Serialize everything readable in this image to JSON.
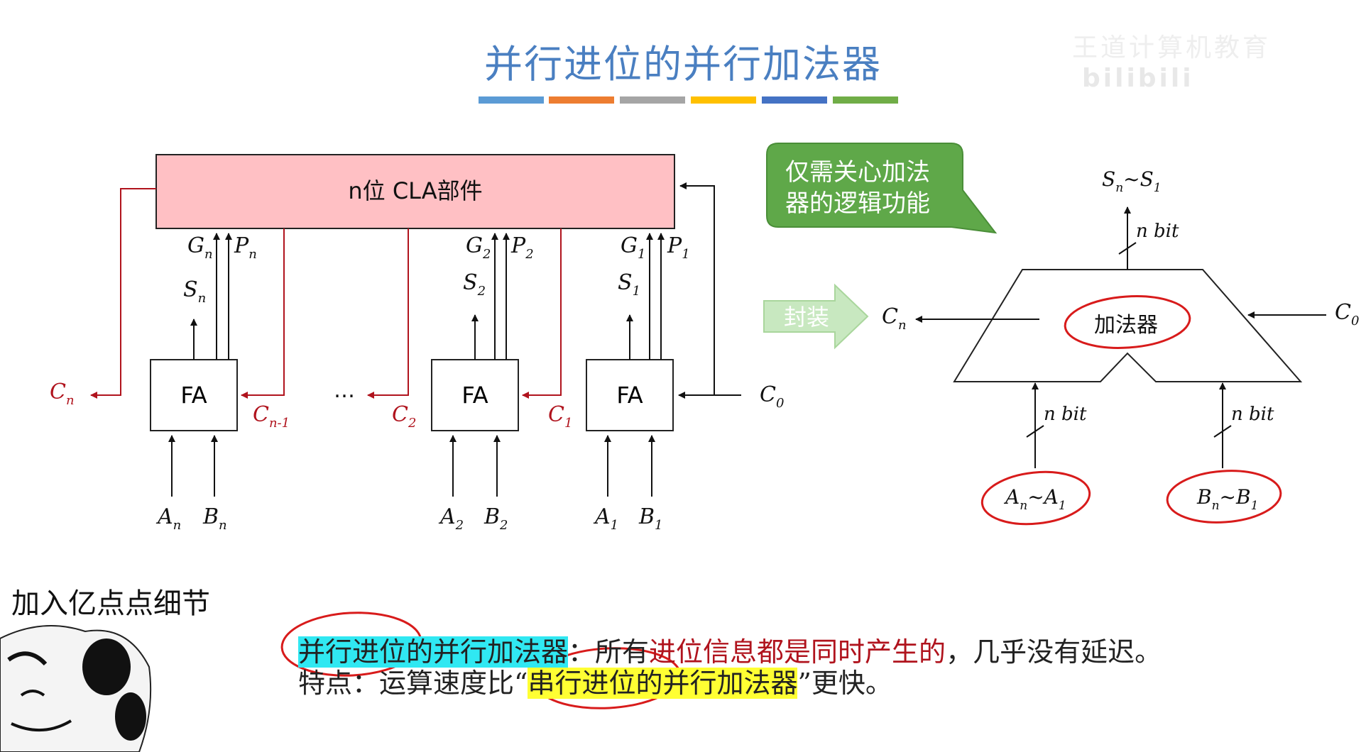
{
  "title": "并行进位的并行加法器",
  "watermark": {
    "text": "王道计算机教育",
    "logo": "bilibili"
  },
  "colors": {
    "bars": [
      "#5b9bd5",
      "#ed7d31",
      "#a5a5a5",
      "#ffc000",
      "#4472c4",
      "#70ad47"
    ],
    "cla_fill": "#ffc0c4",
    "carry_red": "#b0131d",
    "callout_green": "#5fa849",
    "highlight_cyan": "#30e8f2",
    "highlight_yellow": "#ffff33"
  },
  "left_diagram": {
    "cla_label": "n位 CLA部件",
    "fa_label": "FA",
    "dots": "…",
    "carries": {
      "cn": "C",
      "cn_sub": "n",
      "cn1": "C",
      "cn1_sub": "n-1",
      "c2": "C",
      "c2_sub": "2",
      "c1": "C",
      "c1_sub": "1",
      "c0": "C",
      "c0_sub": "0"
    },
    "g_labels": [
      {
        "g": "G",
        "g_sub": "n",
        "p": "P",
        "p_sub": "n",
        "s": "S",
        "s_sub": "n",
        "a": "A",
        "a_sub": "n",
        "b": "B",
        "b_sub": "n"
      },
      {
        "g": "G",
        "g_sub": "2",
        "p": "P",
        "p_sub": "2",
        "s": "S",
        "s_sub": "2",
        "a": "A",
        "a_sub": "2",
        "b": "B",
        "b_sub": "2"
      },
      {
        "g": "G",
        "g_sub": "1",
        "p": "P",
        "p_sub": "1",
        "s": "S",
        "s_sub": "1",
        "a": "A",
        "a_sub": "1",
        "b": "B",
        "b_sub": "1"
      }
    ]
  },
  "arrow_label": "封装",
  "callout": {
    "line1": "仅需关心加法",
    "line2": "器的逻辑功能"
  },
  "right_diagram": {
    "adder_label": "加法器",
    "out_s": "S",
    "out_s_sub1": "n",
    "out_s_mid": "~S",
    "out_s_sub2": "1",
    "nbit": "n bit",
    "cn": "C",
    "cn_sub": "n",
    "c0": "C",
    "c0_sub": "0",
    "in_a": "A",
    "in_a_sub1": "n",
    "in_a_mid": "~A",
    "in_a_sub2": "1",
    "in_b": "B",
    "in_b_sub1": "n",
    "in_b_mid": "~B",
    "in_b_sub2": "1"
  },
  "meme_caption": "加入亿点点细节",
  "text": {
    "line1_hl": "并行进位的并行加法器",
    "line1_colon": "：",
    "line1_a": "所有",
    "line1_red": "进位信息都是同时产生的",
    "line1_b": "，几乎没有延迟。",
    "line2_a": "特点：运算速度比“",
    "line2_hl": "串行进位的并行加法器",
    "line2_b": "”更快。"
  }
}
